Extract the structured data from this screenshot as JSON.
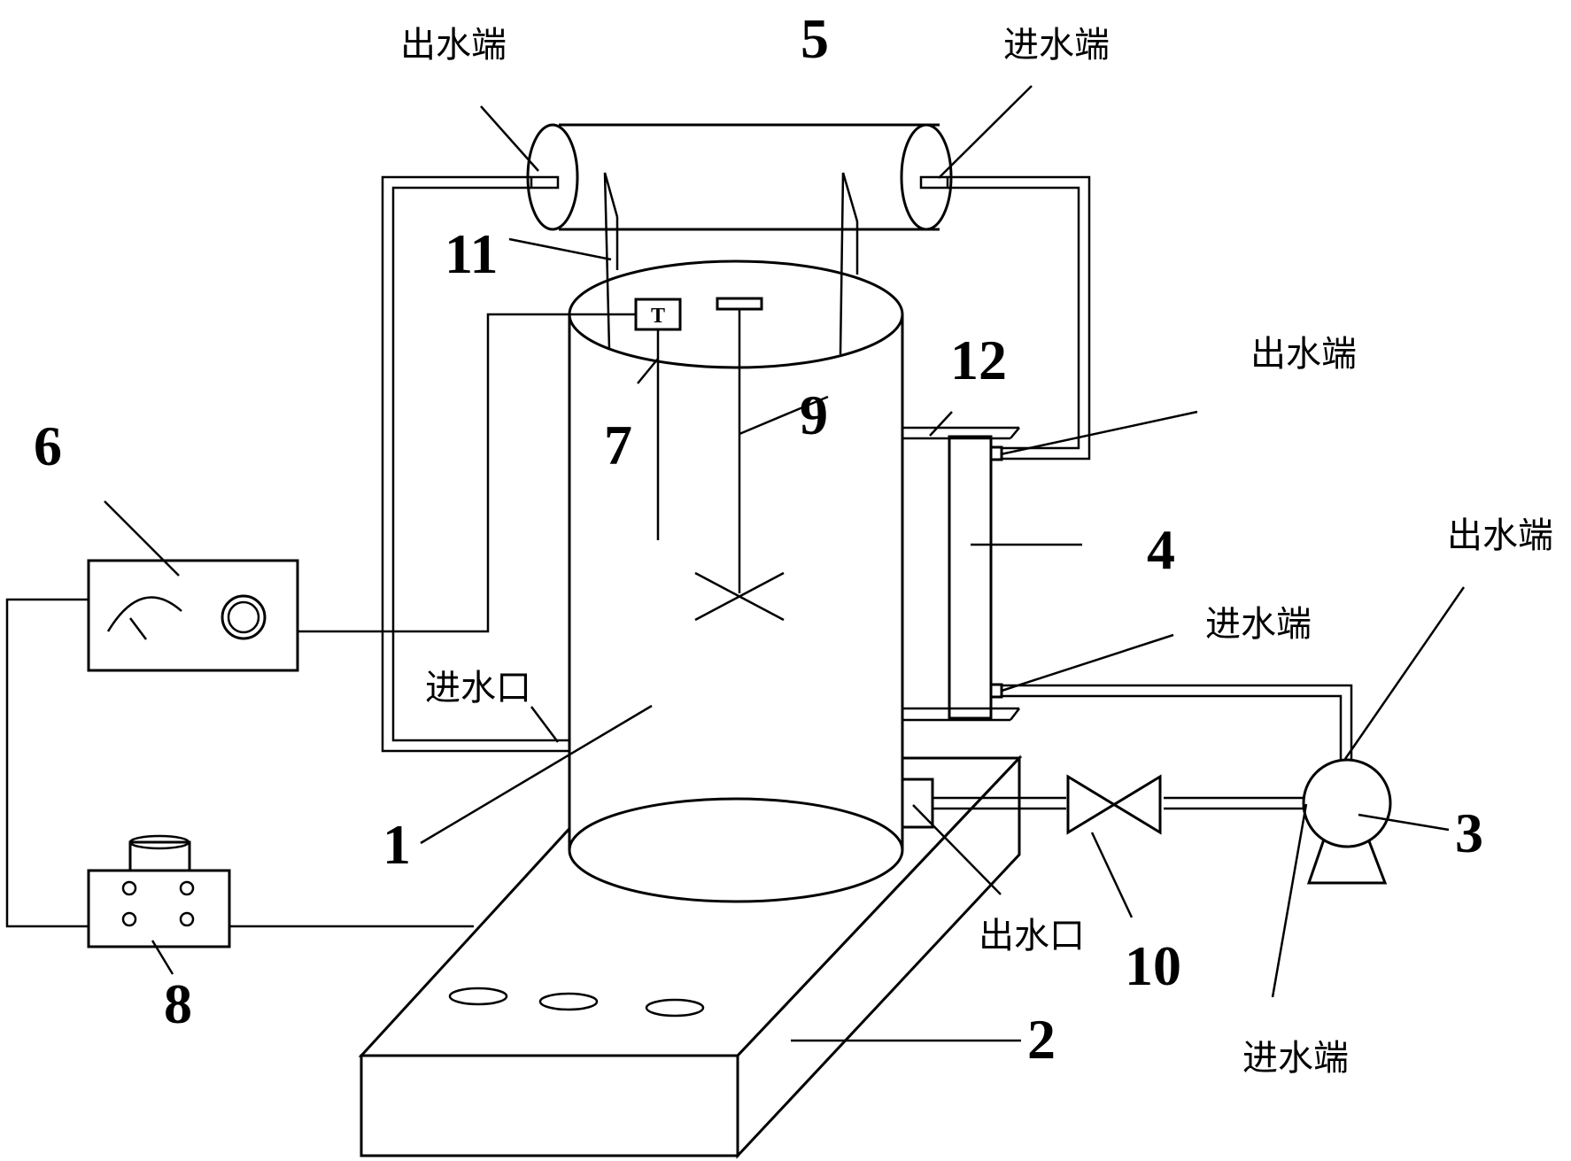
{
  "labels": {
    "n1": "1",
    "n2": "2",
    "n3": "3",
    "n4": "4",
    "n5": "5",
    "n6": "6",
    "n7": "7",
    "n8": "8",
    "n9": "9",
    "n10": "10",
    "n11": "11",
    "n12": "12",
    "outlet_end": "出水端",
    "inlet_end": "进水端",
    "inlet_port": "进水口",
    "outlet_port": "出水口",
    "sensor_symbol": "T"
  }
}
